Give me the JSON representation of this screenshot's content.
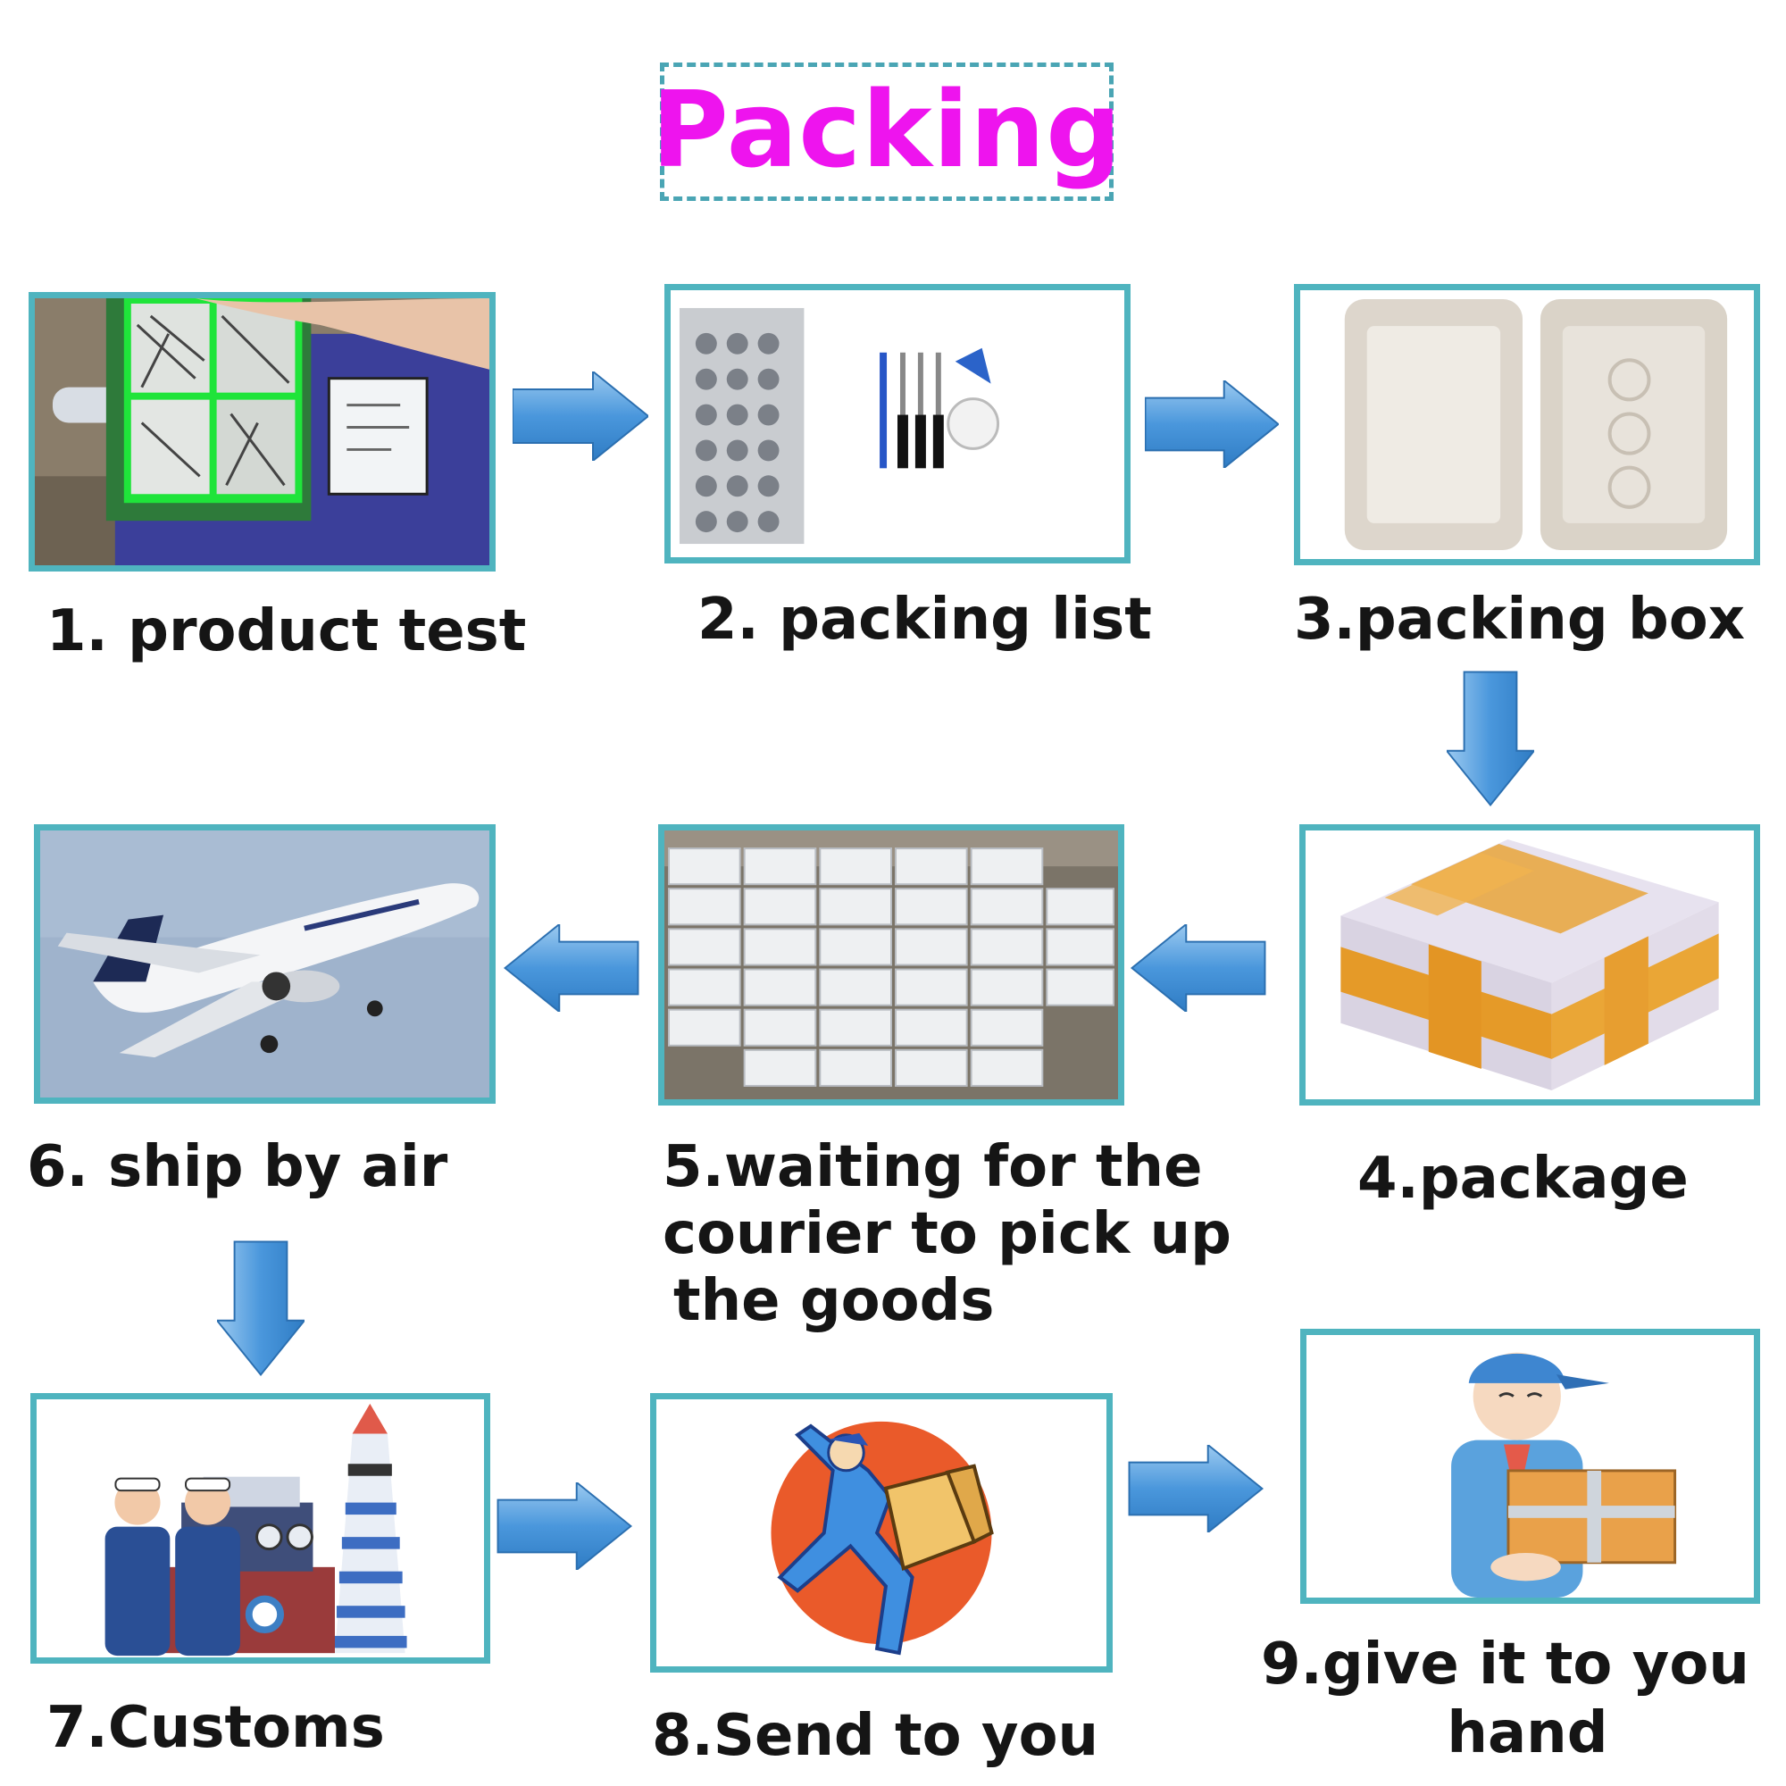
{
  "title": "Packing",
  "steps": [
    {
      "label": "1. product test",
      "icon": "test-device-image"
    },
    {
      "label": "2. packing list",
      "icon": "screen-and-tools-image"
    },
    {
      "label": "3.packing box",
      "icon": "foam-box-image"
    },
    {
      "label": "4.package",
      "icon": "taped-parcel-image"
    },
    {
      "label": "5.waiting for the",
      "label_line2": "courier to pick up",
      "label_line3": "the goods",
      "icon": "stacked-packages-image"
    },
    {
      "label": "6. ship by air",
      "icon": "airplane-image"
    },
    {
      "label": "7.Customs",
      "icon": "sailors-ship-lighthouse-image"
    },
    {
      "label": "8.Send to you",
      "icon": "running-courier-image"
    },
    {
      "label": "9.give it to you",
      "label_line2": "hand",
      "icon": "delivery-man-image"
    }
  ],
  "colors": {
    "title": "#ee14ee",
    "title_border": "#4aa5b4",
    "frame_border": "#4fb4bf",
    "arrow": "#3d8fd6",
    "label": "#151515"
  }
}
